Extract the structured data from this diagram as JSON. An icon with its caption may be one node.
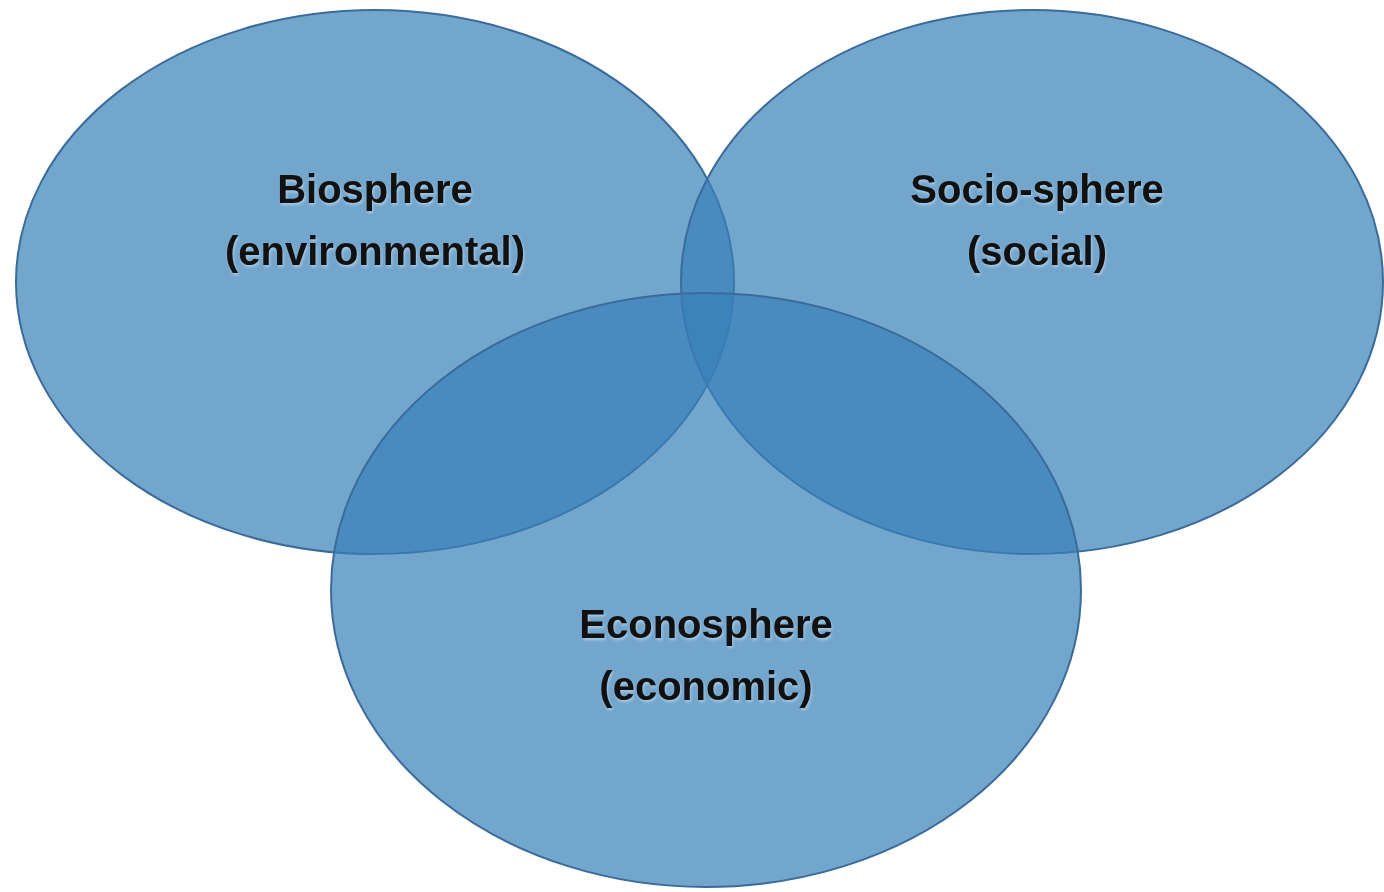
{
  "diagram": {
    "nodes": [
      {
        "text": [
          "Biosphere",
          "(environmental)"
        ]
      },
      {
        "text": [
          "Socio-sphere",
          "(social)"
        ]
      },
      {
        "text": [
          "Econosphere",
          "(economic)"
        ]
      }
    ]
  }
}
